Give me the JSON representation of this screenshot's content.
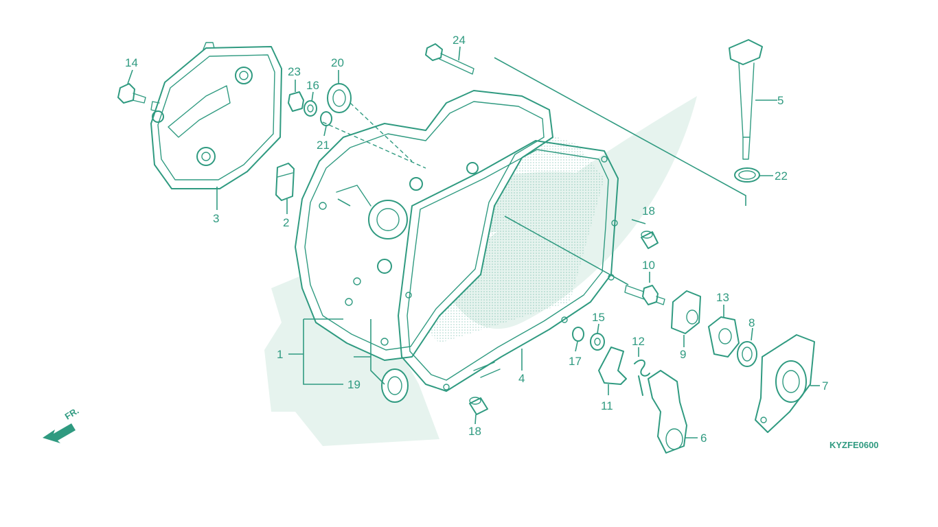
{
  "diagram": {
    "code": "KYZFE0600",
    "direction_label": "FR.",
    "line_color": "#2f9a80",
    "watermark_color": "#e6f3ee",
    "callouts": [
      "1",
      "2",
      "3",
      "4",
      "5",
      "6",
      "7",
      "8",
      "9",
      "10",
      "11",
      "12",
      "13",
      "14",
      "15",
      "16",
      "17",
      "18",
      "18",
      "19",
      "20",
      "21",
      "22",
      "23",
      "24"
    ]
  }
}
